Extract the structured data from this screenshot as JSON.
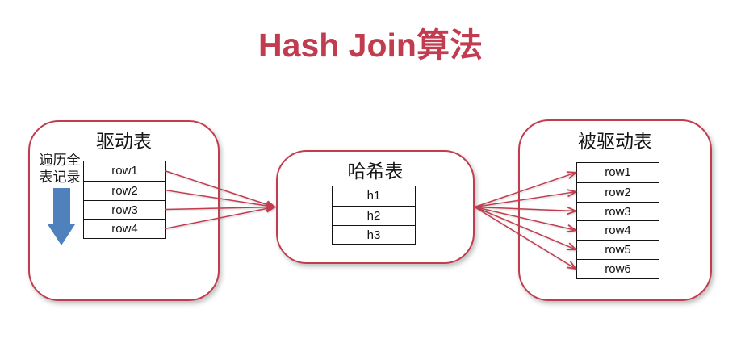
{
  "title": "Hash Join算法",
  "colors": {
    "accent_red": "#c23c4f",
    "accent_blue": "#4f81bd",
    "table_border": "#141414"
  },
  "driver_box": {
    "title": "驱动表",
    "annotation_lines": [
      "遍历全",
      "表记录"
    ],
    "rows": [
      "row1",
      "row2",
      "row3",
      "row4"
    ]
  },
  "hash_box": {
    "title": "哈希表",
    "rows": [
      "h1",
      "h2",
      "h3"
    ]
  },
  "driven_box": {
    "title": "被驱动表",
    "rows": [
      "row1",
      "row2",
      "row3",
      "row4",
      "row5",
      "row6"
    ]
  },
  "edges": [
    {
      "from": "driver-row-0",
      "to": "hash-box"
    },
    {
      "from": "driver-row-1",
      "to": "hash-box"
    },
    {
      "from": "driver-row-2",
      "to": "hash-box"
    },
    {
      "from": "driver-row-3",
      "to": "hash-box"
    },
    {
      "from": "hash-box",
      "to": "driven-row-0"
    },
    {
      "from": "hash-box",
      "to": "driven-row-1"
    },
    {
      "from": "hash-box",
      "to": "driven-row-2"
    },
    {
      "from": "hash-box",
      "to": "driven-row-3"
    },
    {
      "from": "hash-box",
      "to": "driven-row-4"
    },
    {
      "from": "hash-box",
      "to": "driven-row-5"
    }
  ]
}
